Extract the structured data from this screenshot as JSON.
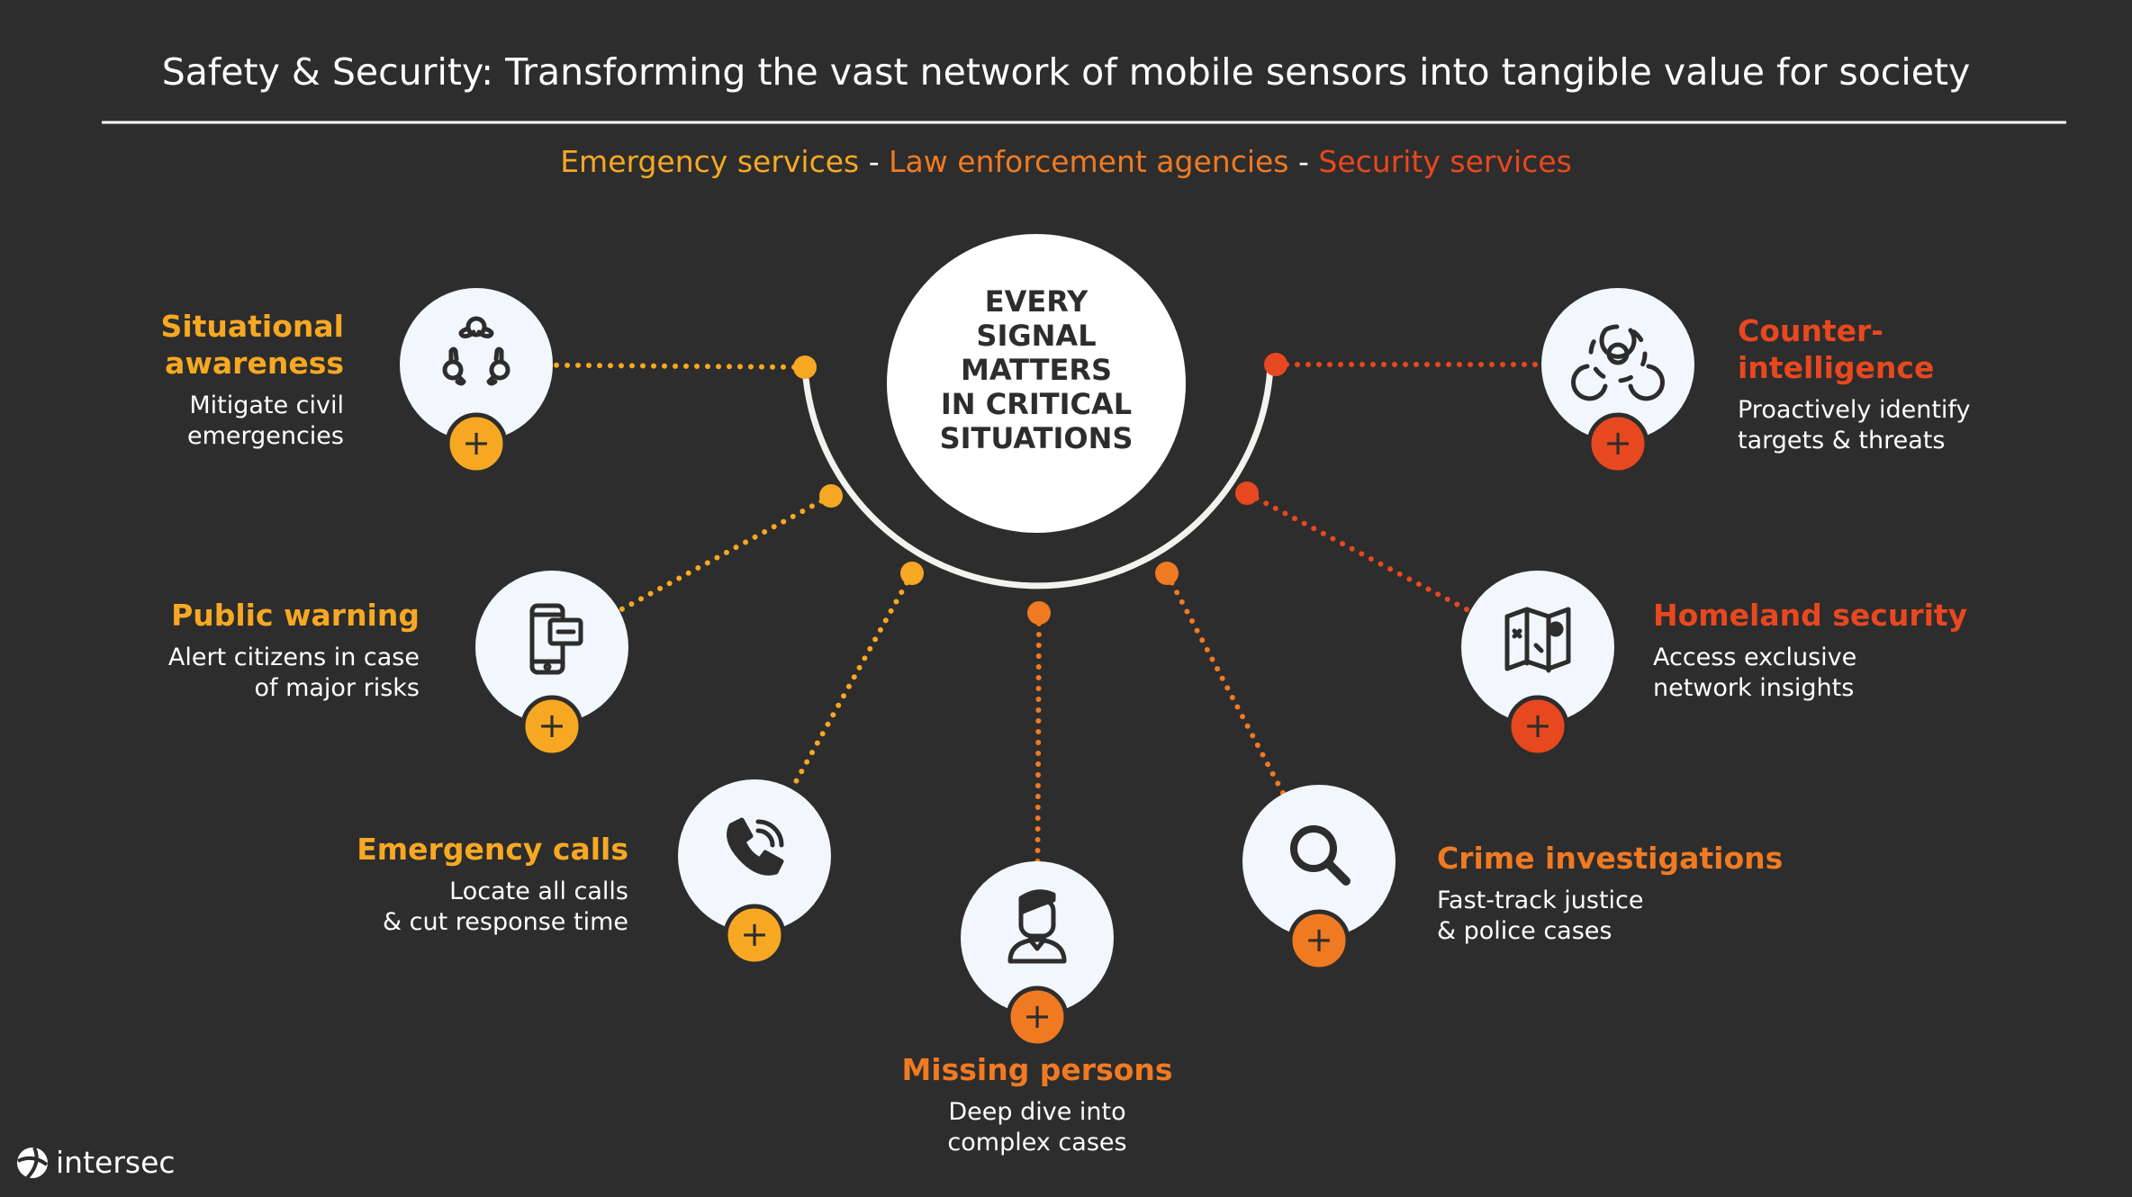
{
  "header": {
    "title": "Safety & Security: Transforming the vast network of mobile sensors into tangible value for society",
    "audiences": [
      "Emergency services",
      "Law enforcement agencies",
      "Security services"
    ],
    "separator": " - "
  },
  "center": {
    "lines": [
      "EVERY",
      "SIGNAL",
      "MATTERS",
      "IN CRITICAL",
      "SITUATIONS"
    ]
  },
  "colors": {
    "yellow": "#f7a823",
    "orange": "#f07a22",
    "red": "#e8481f",
    "background": "#2d2d2d",
    "circle": "#f2f7fd"
  },
  "nodes": [
    {
      "title": "Situational awareness",
      "title_lines": [
        "Situational",
        "awareness"
      ],
      "desc": [
        "Mitigate civil",
        "emergencies"
      ],
      "icon": "people-circle-icon"
    },
    {
      "title": "Public warning",
      "title_lines": [
        "Public warning"
      ],
      "desc": [
        "Alert citizens in case",
        "of major risks"
      ],
      "icon": "phone-alert-icon"
    },
    {
      "title": "Emergency calls",
      "title_lines": [
        "Emergency calls"
      ],
      "desc": [
        "Locate all calls",
        "& cut response time"
      ],
      "icon": "phone-call-icon"
    },
    {
      "title": "Missing persons",
      "title_lines": [
        "Missing persons"
      ],
      "desc": [
        "Deep dive into",
        "complex cases"
      ],
      "icon": "person-icon"
    },
    {
      "title": "Crime investigations",
      "title_lines": [
        "Crime investigations"
      ],
      "desc": [
        "Fast-track justice",
        "& police cases"
      ],
      "icon": "magnifier-icon"
    },
    {
      "title": "Homeland security",
      "title_lines": [
        "Homeland security"
      ],
      "desc": [
        "Access exclusive",
        "network insights"
      ],
      "icon": "map-icon"
    },
    {
      "title": "Counter-intelligence",
      "title_lines": [
        "Counter-",
        "intelligence"
      ],
      "desc": [
        "Proactively identify",
        "targets & threats"
      ],
      "icon": "biohazard-icon"
    }
  ],
  "plus_symbol": "+",
  "logo": {
    "text": "intersec"
  }
}
